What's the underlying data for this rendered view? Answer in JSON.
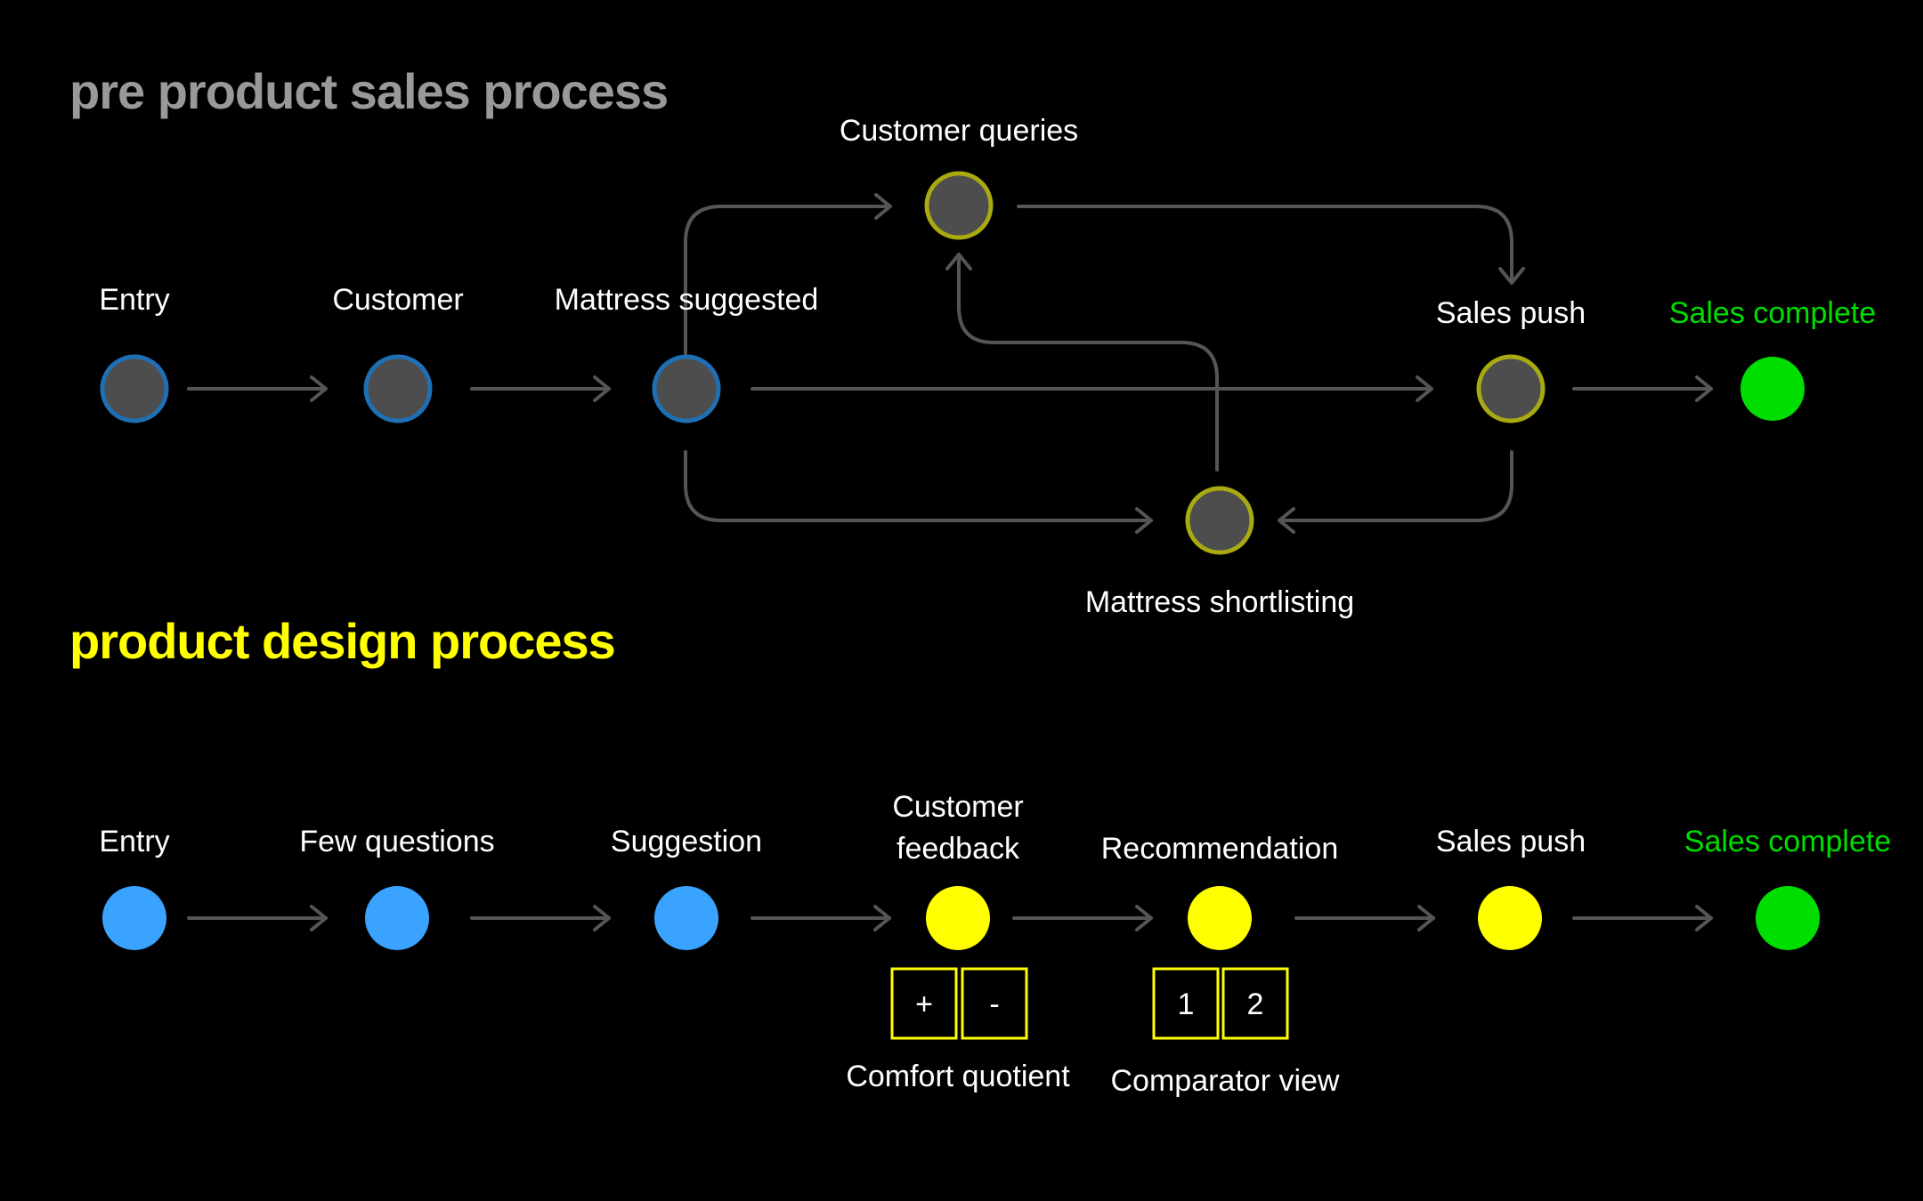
{
  "colors": {
    "background": "#000000",
    "connector": "#555555",
    "node_fill_gray": "#4d4d4d",
    "node_ring_blue": "#1f6fb5",
    "node_ring_olive": "#a9a912",
    "blue": "#3aa3ff",
    "yellow": "#ffff00",
    "green": "#00dd00",
    "white_text": "#ffffff",
    "gray_title": "#999999"
  },
  "sections": {
    "pre_sales": {
      "title": "pre product sales process",
      "nodes": {
        "entry": "Entry",
        "customer": "Customer",
        "mattress_suggested": "Mattress suggested",
        "customer_queries": "Customer queries",
        "mattress_shortlisting": "Mattress shortlisting",
        "sales_push": "Sales push",
        "sales_complete": "Sales complete"
      }
    },
    "design": {
      "title": "product design process",
      "nodes": {
        "entry": "Entry",
        "few_questions": "Few questions",
        "suggestion": "Suggestion",
        "customer_feedback_line1": "Customer",
        "customer_feedback_line2": "feedback",
        "recommendation": "Recommendation",
        "sales_push": "Sales push",
        "sales_complete": "Sales complete"
      },
      "comfort_quotient": {
        "label": "Comfort quotient",
        "buttons": [
          "+",
          "-"
        ]
      },
      "comparator_view": {
        "label": "Comparator view",
        "buttons": [
          "1",
          "2"
        ]
      }
    }
  }
}
